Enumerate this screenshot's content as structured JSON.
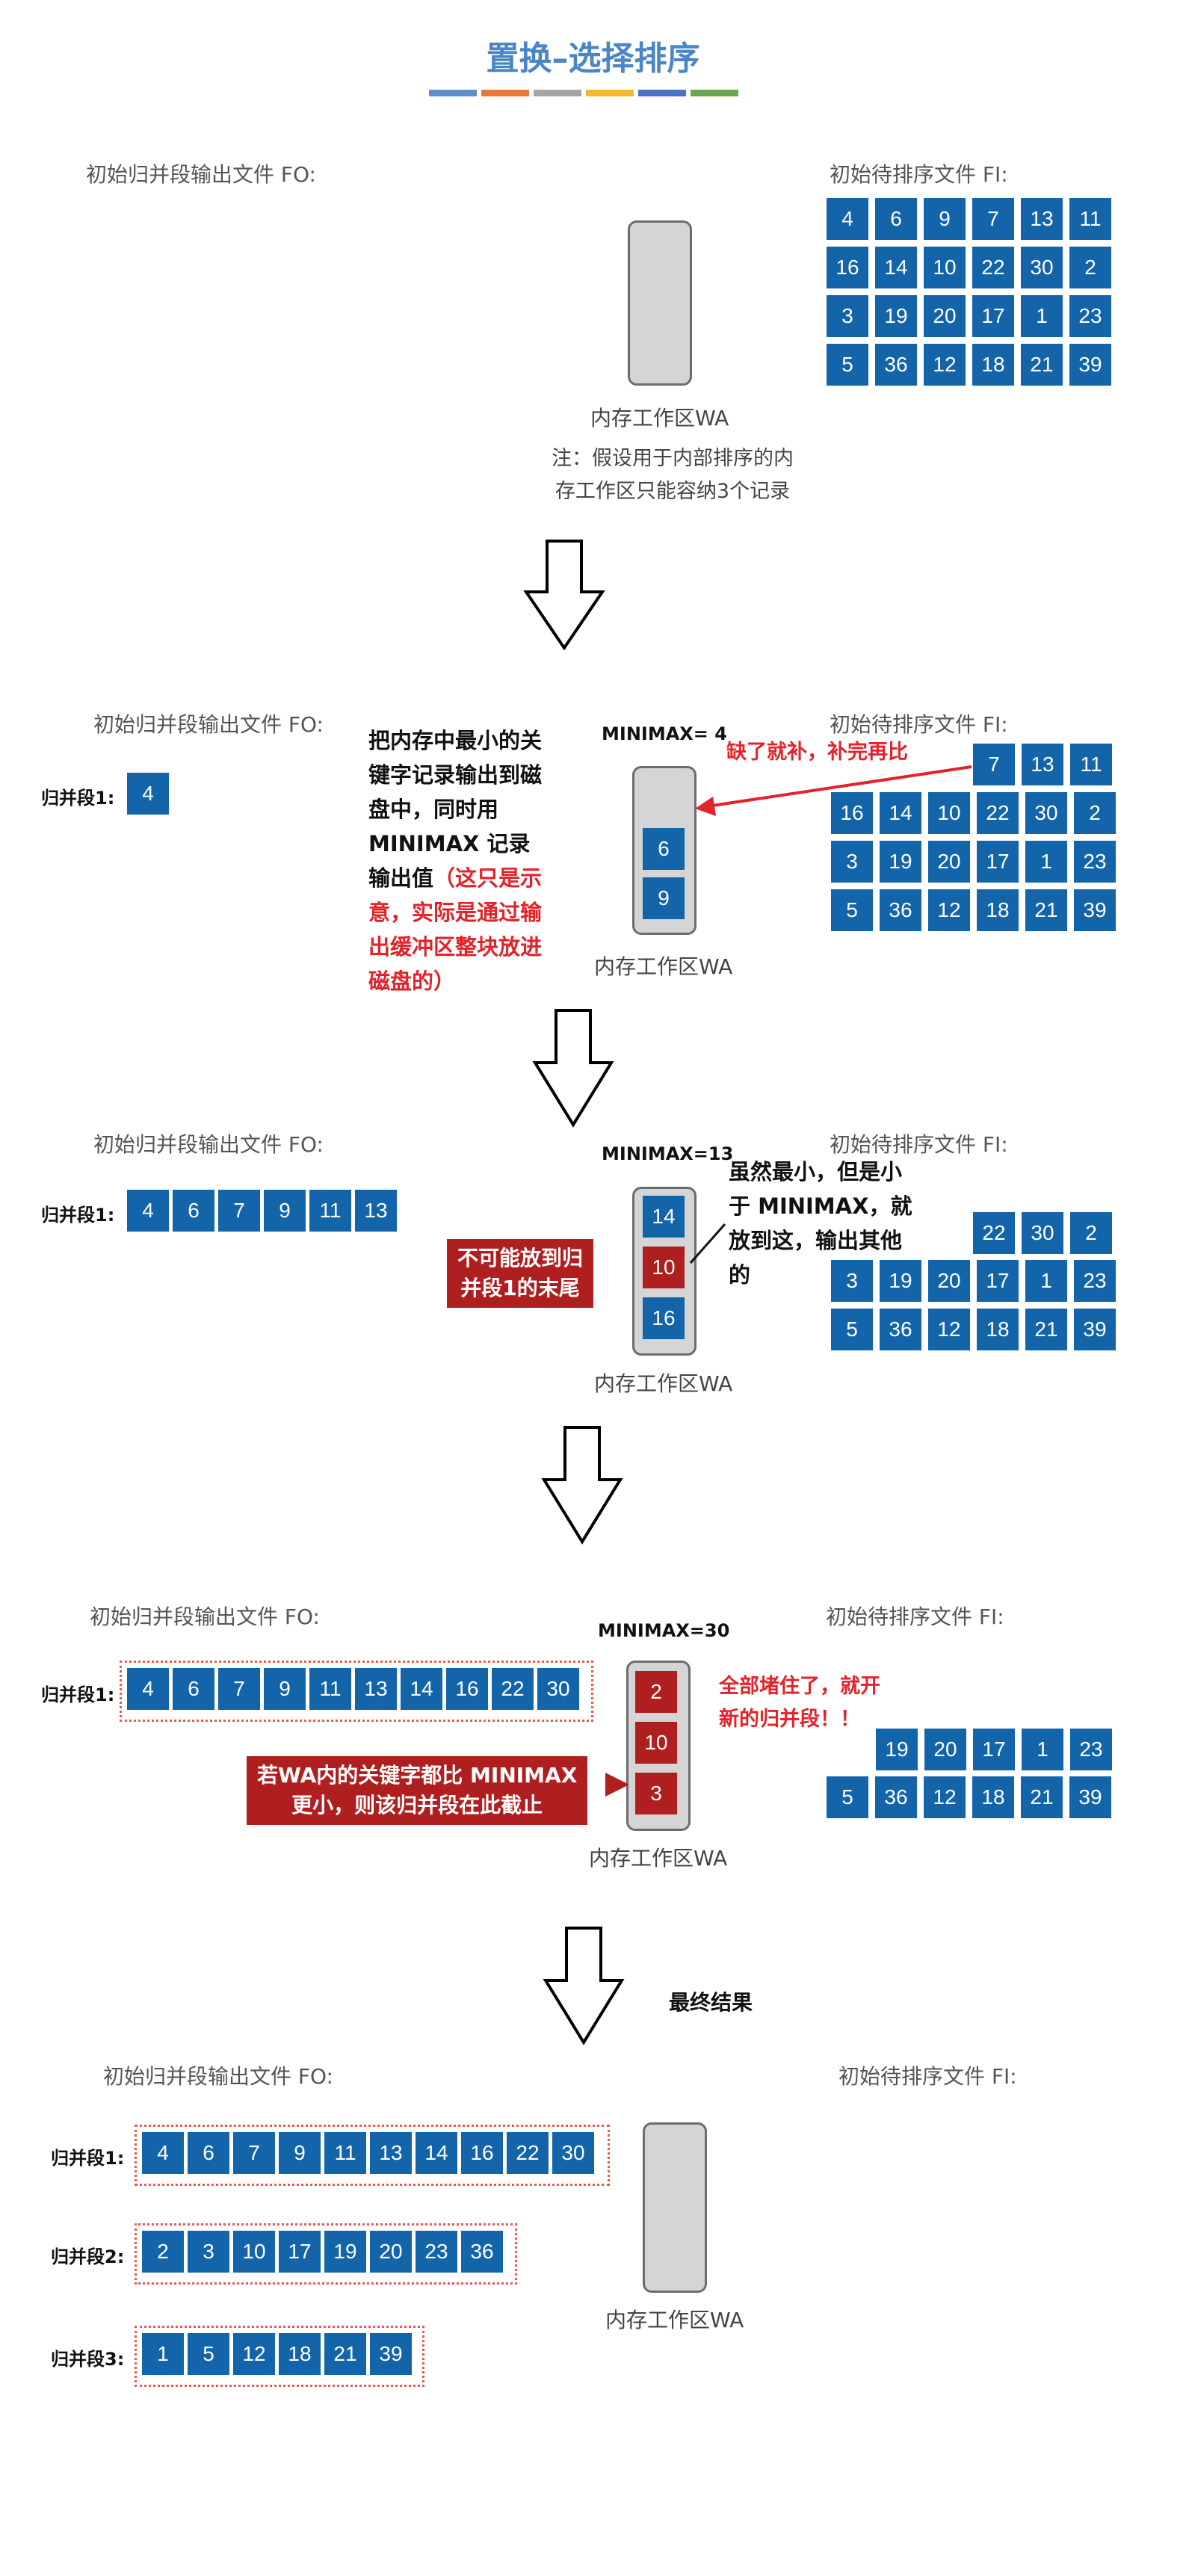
{
  "title": "置换–选择排序",
  "colors": [
    "#5b8fc9",
    "#e8783a",
    "#a5a5a5",
    "#f2b92c",
    "#4774c2",
    "#6aa84f"
  ],
  "labels": {
    "fo": "初始归并段输出文件 FO:",
    "fi": "初始待排序文件 FI:",
    "wa": "内存工作区WA",
    "seg1": "归并段1:",
    "seg2": "归并段2:",
    "seg3": "归并段3:",
    "final": "最终结果"
  },
  "s1": {
    "fi": [
      4,
      6,
      9,
      7,
      13,
      11,
      16,
      14,
      10,
      22,
      30,
      2,
      3,
      19,
      20,
      17,
      1,
      23,
      5,
      36,
      12,
      18,
      21,
      39
    ],
    "note_l1": "注：假设用于内部排序的内",
    "note_l2": "存工作区只能容纳3个记录"
  },
  "s2": {
    "minimax": "MINIMAX= 4",
    "seg1": [
      4
    ],
    "wa": [
      6,
      9
    ],
    "fi_row1": [
      7,
      13,
      11
    ],
    "fi_rest": [
      16,
      14,
      10,
      22,
      30,
      2,
      3,
      19,
      20,
      17,
      1,
      23,
      5,
      36,
      12,
      18,
      21,
      39
    ],
    "text_black": [
      "把内存中最小的关",
      "键字记录输出到磁",
      "盘中，同时用",
      "MINIMAX 记录"
    ],
    "text_black_last": "输出值",
    "text_red_inline": "（这只是示",
    "text_red": [
      "意，实际是通过输",
      "出缓冲区整块放进",
      "磁盘的）"
    ],
    "arrow_text": "缺了就补，补完再比"
  },
  "s3": {
    "minimax": "MINIMAX=13",
    "seg1": [
      4,
      6,
      7,
      9,
      11,
      13
    ],
    "wa": [
      14,
      10,
      16
    ],
    "fi_row1": [
      22,
      30,
      2
    ],
    "fi_rest": [
      3,
      19,
      20,
      17,
      1,
      23,
      5,
      36,
      12,
      18,
      21,
      39
    ],
    "note": [
      "虽然最小，但是小",
      "于 MINIMAX，就",
      "放到这，输出其他",
      "的"
    ],
    "redbox": [
      "不可能放到归",
      "并段1的末尾"
    ]
  },
  "s4": {
    "minimax": "MINIMAX=30",
    "seg1": [
      4,
      6,
      7,
      9,
      11,
      13,
      14,
      16,
      22,
      30
    ],
    "wa": [
      2,
      10,
      3
    ],
    "fi_row1": [
      19,
      20,
      17,
      1,
      23
    ],
    "fi_row2": [
      5,
      36,
      12,
      18,
      21,
      39
    ],
    "red_note": [
      "全部堵住了，就开",
      "新的归并段！！"
    ],
    "redbox": [
      "若WA内的关键字都比 MINIMAX",
      "更小，则该归并段在此截止"
    ]
  },
  "s5": {
    "seg1": [
      4,
      6,
      7,
      9,
      11,
      13,
      14,
      16,
      22,
      30
    ],
    "seg2": [
      2,
      3,
      10,
      17,
      19,
      20,
      23,
      36
    ],
    "seg3": [
      1,
      5,
      12,
      18,
      21,
      39
    ]
  }
}
